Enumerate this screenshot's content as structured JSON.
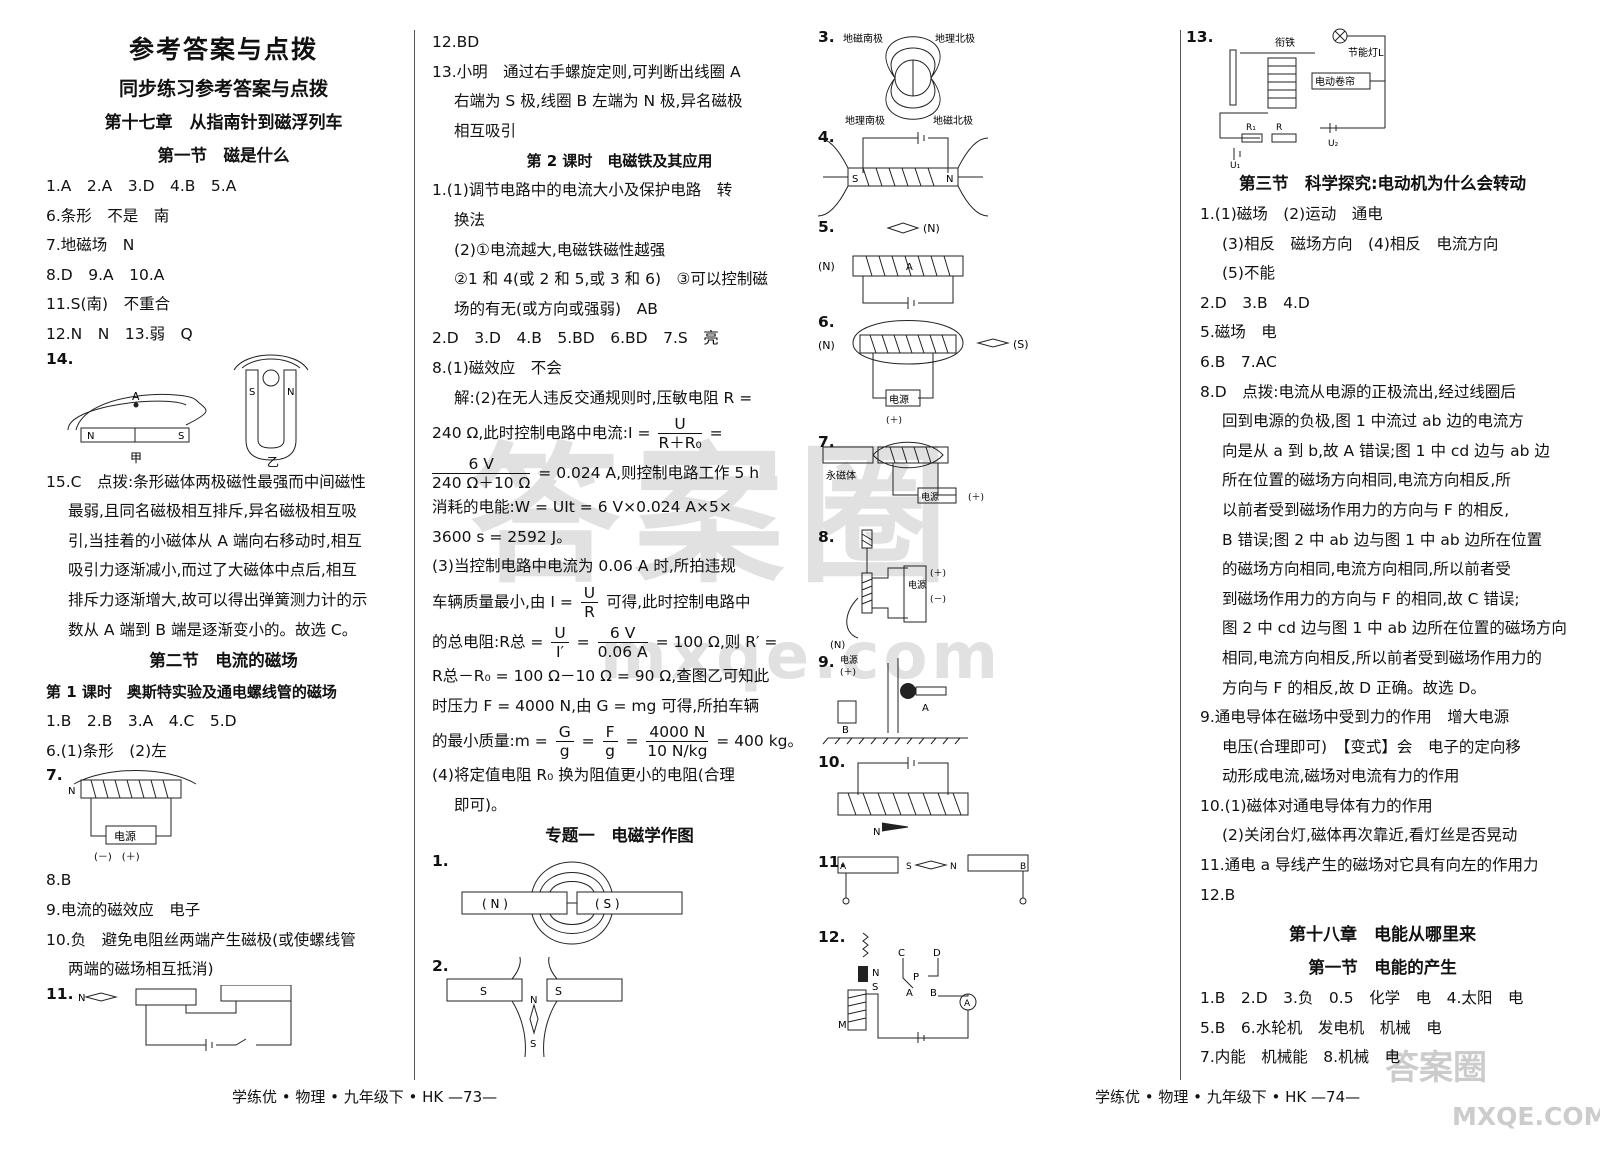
{
  "col1": {
    "title": "参考答案与点拨",
    "subtitle": "同步练习参考答案与点拨",
    "chapter": "第十七章　从指南针到磁浮列车",
    "sec1": "第一节　磁是什么",
    "l1": "1.A　2.A　3.D　4.B　5.A",
    "l6": "6.条形　不是　南",
    "l7": "7.地磁场　N",
    "l8": "8.D　9.A　10.A",
    "l11": "11.S(南)　不重合",
    "l12": "12.N　N　13.弱　Q",
    "l14": "14.",
    "fig14": {
      "label_a": "A",
      "label_n": "N",
      "label_s": "S",
      "caption_left": "甲",
      "caption_right": "乙"
    },
    "l15": [
      "15.C　点拨:条形磁体两极磁性最强而中间磁性",
      "最弱,且同名磁极相互排斥,异名磁极相互吸",
      "引,当挂着的小磁体从 A 端向右移动时,相互",
      "吸引力逐渐减小,而过了大磁体中点后,相互",
      "排斥力逐渐增大,故可以得出弹簧测力计的示",
      "数从 A 端到 B 端是逐渐变小的。故选 C。"
    ],
    "sec2": "第二节　电流的磁场",
    "lesson1": "第 1 课时　奥斯特实验及通电螺线管的磁场",
    "m1": "1.B　2.B　3.A　4.C　5.D",
    "m6": "6.(1)条形　(2)左",
    "m7": "7.",
    "fig7": {
      "n": "N",
      "source": "电源",
      "poles": "(－)　(＋)"
    },
    "m8": "8.B",
    "m9": "9.电流的磁效应　电子",
    "m10": [
      "10.负　避免电阻丝两端产生磁极(或使螺线管",
      "两端的磁场相互抵消)"
    ],
    "m11": "11.",
    "fig11": {
      "n": "N"
    }
  },
  "col2": {
    "l12": "12.BD",
    "l13": [
      "13.小明　通过右手螺旋定则,可判断出线圈 A",
      "右端为 S 极,线圈 B 左端为 N 极,异名磁极",
      "相互吸引"
    ],
    "lesson2": "第 2 课时　电磁铁及其应用",
    "p1": [
      "1.(1)调节电路中的电流大小及保护电路　转",
      "换法"
    ],
    "p1b": [
      "(2)①电流越大,电磁铁磁性越强",
      "②1 和 4(或 2 和 5,或 3 和 6)　③可以控制磁",
      "场的有无(或方向或强弱)　AB"
    ],
    "p2": "2.D　3.D　4.B　5.BD　6.BD　7.S　亮",
    "p8": "8.(1)磁效应　不会",
    "p8a": "解:(2)在无人违反交通规则时,压敏电阻 R =",
    "p8b": "240 Ω,此时控制电路中电流:I =",
    "p8b_frac_top": "U",
    "p8b_frac_bot": "R＋R₀",
    "p8b_eq": "=",
    "p8c_frac_top": "6 V",
    "p8c_frac_bot": "240 Ω＋10 Ω",
    "p8c": "= 0.024 A,则控制电路工作 5 h",
    "p8d": "消耗的电能:W = UIt = 6 V×0.024 A×5×",
    "p8e": "3600 s = 2592 J。",
    "p8f": "(3)当控制电路中电流为 0.06 A 时,所拍违规",
    "p8g1": "车辆质量最小,由 I =",
    "p8g_frac_top": "U",
    "p8g_frac_bot": "R",
    "p8g2": "可得,此时控制电路中",
    "p8h1": "的总电阻:R总 =",
    "p8h_frac1_top": "U",
    "p8h_frac1_bot": "I′",
    "p8h2": "=",
    "p8h_frac2_top": "6 V",
    "p8h_frac2_bot": "0.06 A",
    "p8h3": "= 100 Ω,则 R′ =",
    "p8i": "R总－R₀ = 100 Ω－10 Ω = 90 Ω,查图乙可知此",
    "p8j": "时压力 F = 4000 N,由 G = mg 可得,所拍车辆",
    "p8k1": "的最小质量:m =",
    "p8k_f1t": "G",
    "p8k_f1b": "g",
    "p8k2": "=",
    "p8k_f2t": "F",
    "p8k_f2b": "g",
    "p8k3": "=",
    "p8k_f3t": "4000 N",
    "p8k_f3b": "10 N/kg",
    "p8k4": "= 400 kg。",
    "p8l": [
      "(4)将定值电阻 R₀ 换为阻值更小的电阻(合理",
      "即可)。"
    ],
    "topic": "专题一　电磁学作图",
    "t1": "1.",
    "fig_t1": {
      "n": "( N )",
      "s": "( S )"
    },
    "t2": "2.",
    "fig_t2": {
      "s": "S",
      "n": "N"
    }
  },
  "col3": {
    "q3": "3.",
    "fig3": {
      "geo_s": "地磁南极",
      "geo_n": "地理北极",
      "geo_s2": "地理南极",
      "geo_n2": "地磁北极"
    },
    "q4": "4.",
    "fig4": {
      "s": "S",
      "n": "N"
    },
    "q5": "5.",
    "fig5": {
      "n_top": "(N)",
      "n_left": "(N)",
      "a": "A"
    },
    "q6": "6.",
    "fig6": {
      "n": "(N)",
      "s": "(S)",
      "source": "电源",
      "plus": "(＋)"
    },
    "q7": "7.",
    "fig7": {
      "label": "永磁体",
      "source": "电源",
      "plus": "(＋)"
    },
    "q8": "8.",
    "fig8": {
      "n": "(N)",
      "source": "电源",
      "plus": "(＋)",
      "minus": "(－)"
    },
    "q9": "9.",
    "fig9": {
      "source": "电源",
      "plus": "(＋)",
      "a": "A",
      "b": "B"
    },
    "q10": "10.",
    "fig10": {
      "n": "N"
    },
    "q11": "11.",
    "fig11": {
      "a": "A",
      "s": "S",
      "n": "N",
      "b": "B"
    },
    "q12": "12.",
    "fig12": {
      "n": "N",
      "s": "S",
      "c": "C",
      "d": "D",
      "p": "P",
      "a": "A",
      "b": "B",
      "m": "M",
      "meter": "A"
    }
  },
  "col4": {
    "q13": "13.",
    "fig13": {
      "armature": "衔铁",
      "lamp": "节能灯L",
      "curtain": "电动卷帘",
      "r1": "R₁",
      "r": "R",
      "u1": "U₁",
      "u2": "U₂"
    },
    "sec3": "第三节　科学探究:电动机为什么会转动",
    "a1": "1.(1)磁场　(2)运动　通电",
    "a1b": "(3)相反　磁场方向　(4)相反　电流方向",
    "a1c": "(5)不能",
    "a2": "2.D　3.B　4.D",
    "a5": "5.磁场　电",
    "a6": "6.B　7.AC",
    "a8": [
      "8.D　点拨:电流从电源的正极流出,经过线圈后",
      "回到电源的负极,图 1 中流过 ab 边的电流方",
      "向是从 a 到 b,故 A 错误;图 1 中 cd 边与 ab 边",
      "所在位置的磁场方向相同,电流方向相反,所",
      "以前者受到磁场作用力的方向与 F 的相反,",
      "B 错误;图 2 中 ab 边与图 1 中 ab 边所在位置",
      "的磁场方向相同,电流方向相同,所以前者受",
      "到磁场作用力的方向与 F 的相同,故 C 错误;",
      "图 2 中 cd 边与图 1 中 ab 边所在位置的磁场方向",
      "相同,电流方向相反,所以前者受到磁场作用力的",
      "方向与 F 的相反,故 D 正确。故选 D。"
    ],
    "a9": [
      "9.通电导体在磁场中受到力的作用　增大电源",
      "电压(合理即可)　【变式】会　电子的定向移",
      "动形成电流,磁场对电流有力的作用"
    ],
    "a10": [
      "10.(1)磁体对通电导体有力的作用",
      "(2)关闭台灯,磁体再次靠近,看灯丝是否晃动"
    ],
    "a11": "11.通电 a 导线产生的磁场对它具有向左的作用力",
    "a12": "12.B",
    "chapter18": "第十八章　电能从哪里来",
    "sec18_1": "第一节　电能的产生",
    "b1": "1.B　2.D　3.负　0.5　化学　电　4.太阳　电",
    "b5": "5.B　6.水轮机　发电机　机械　电",
    "b7": "7.内能　机械能　8.机械　电"
  },
  "footer": {
    "left": "学练优 • 物理 • 九年级下 • HK —73—",
    "right": "学练优 • 物理 • 九年级下 • HK —74—"
  },
  "watermark": {
    "main": "答案圈",
    "url": "mxqe.com",
    "corner": "答案圈",
    "corner_url": "MXQE.COM"
  }
}
